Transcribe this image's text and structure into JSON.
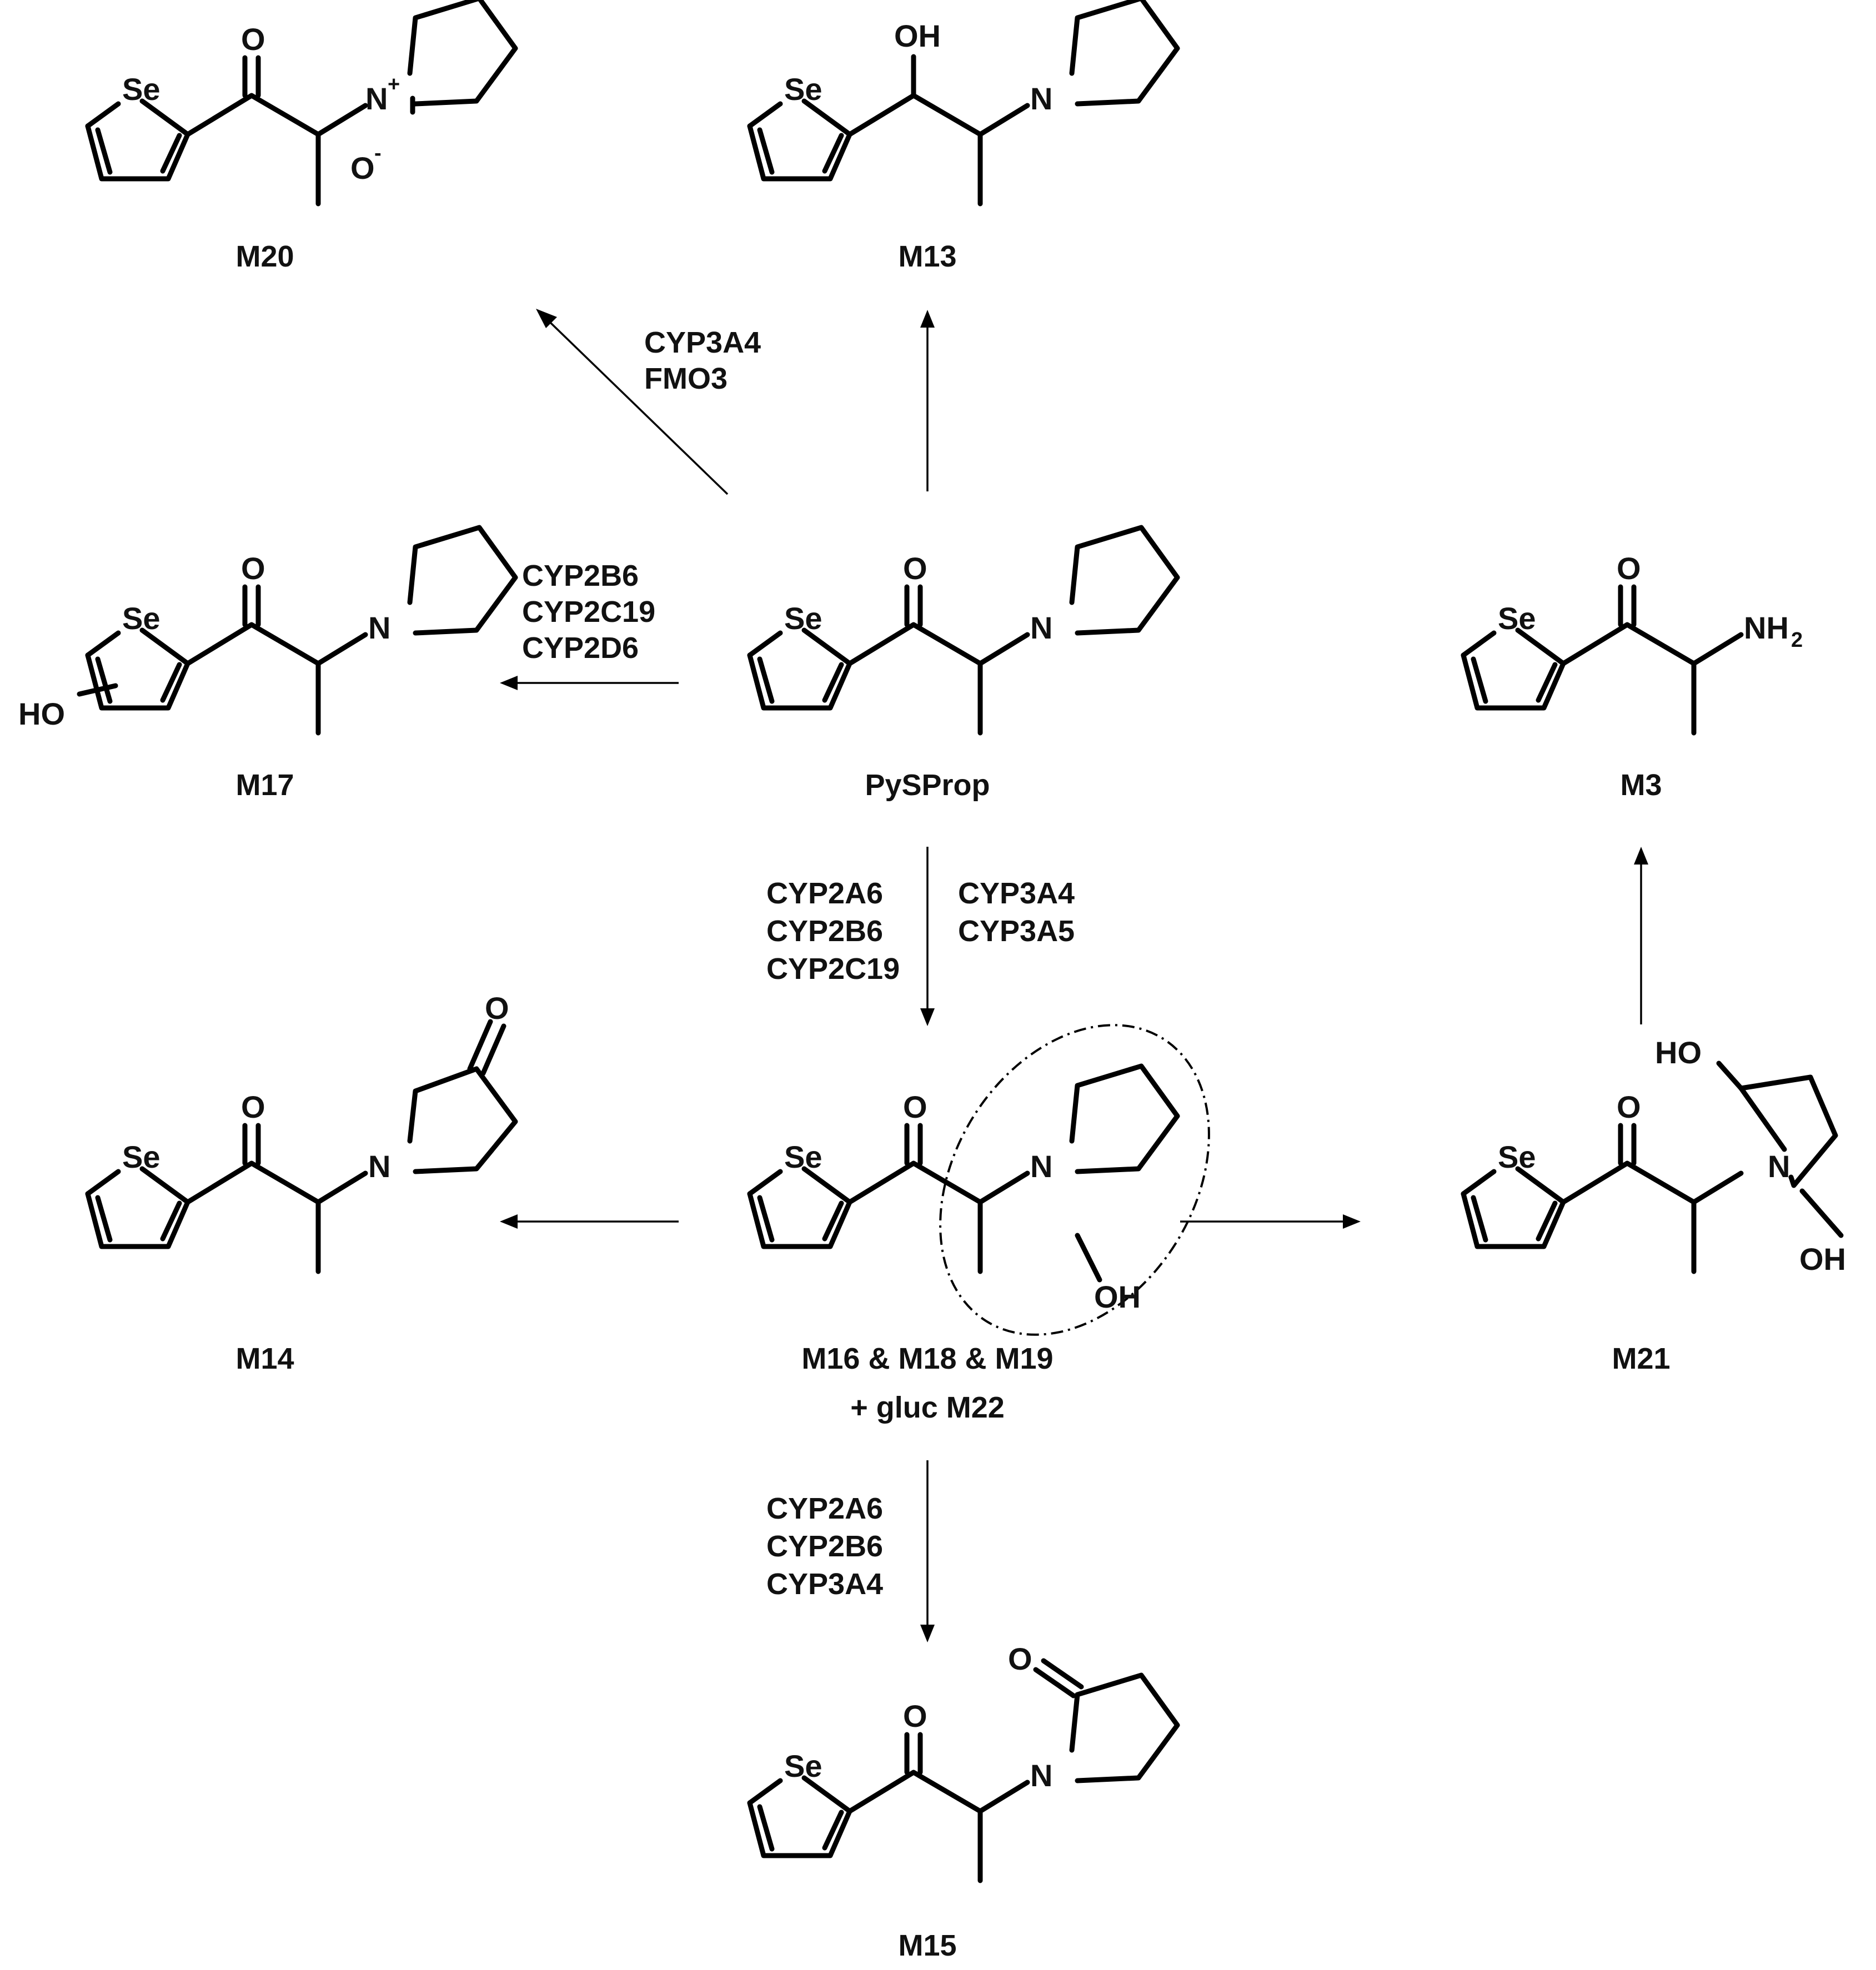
{
  "labels": {
    "m20": "M20",
    "m13": "M13",
    "m17": "M17",
    "pysprop": "PySProp",
    "m3": "M3",
    "m14": "M14",
    "m16_line1": "M16 & M18 & M19",
    "m16_line2": "+ gluc M22",
    "m21": "M21",
    "m15": "M15"
  },
  "atoms": {
    "se": "Se",
    "o": "O",
    "n": "N",
    "oh": "OH",
    "ho": "HO",
    "nh": "NH",
    "sub2": "2",
    "plus": "+",
    "minus": "-"
  },
  "enzymes": {
    "to_m20": [
      "CYP3A4",
      "FMO3"
    ],
    "to_m17": [
      "CYP2B6",
      "CYP2C19",
      "CYP2D6"
    ],
    "to_m16_left": [
      "CYP2A6",
      "CYP2B6",
      "CYP2C19"
    ],
    "to_m16_right": [
      "CYP3A4",
      "CYP3A5"
    ],
    "to_m15": [
      "CYP2A6",
      "CYP2B6",
      "CYP3A4"
    ]
  },
  "colors": {
    "ink": "#000000",
    "text": "#111111",
    "background": "#ffffff"
  }
}
